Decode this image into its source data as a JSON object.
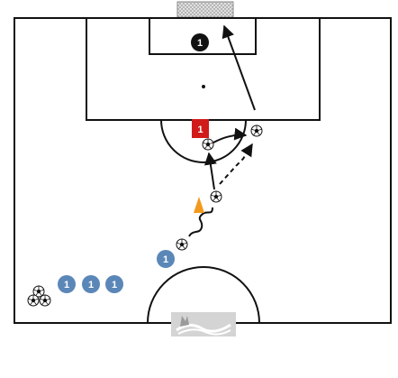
{
  "diagram": {
    "background": "#ffffff",
    "line_color": "#111111",
    "players": {
      "attackers": [
        {
          "number": "1",
          "color": "#5b87b8",
          "role": "dribbler"
        },
        {
          "number": "1",
          "color": "#5b87b8",
          "role": "waiting"
        },
        {
          "number": "1",
          "color": "#5b87b8",
          "role": "waiting"
        },
        {
          "number": "1",
          "color": "#5b87b8",
          "role": "waiting"
        }
      ],
      "defender": {
        "number": "1",
        "color": "#d11a1a"
      },
      "goalkeeper": {
        "number": "1",
        "color": "#111111"
      }
    },
    "equipment": {
      "cone_color": "#f39a1e",
      "goal_net_color": "#d6d6d6",
      "balls_in_pile": 3
    },
    "icons": {
      "ball": "soccer-ball-icon",
      "cone": "cone-icon",
      "logo": "club-logo-icon"
    },
    "movement_legend": {
      "dribble": "wavy-line",
      "pass": "solid-arrow",
      "run": "dashed-arrow"
    }
  }
}
